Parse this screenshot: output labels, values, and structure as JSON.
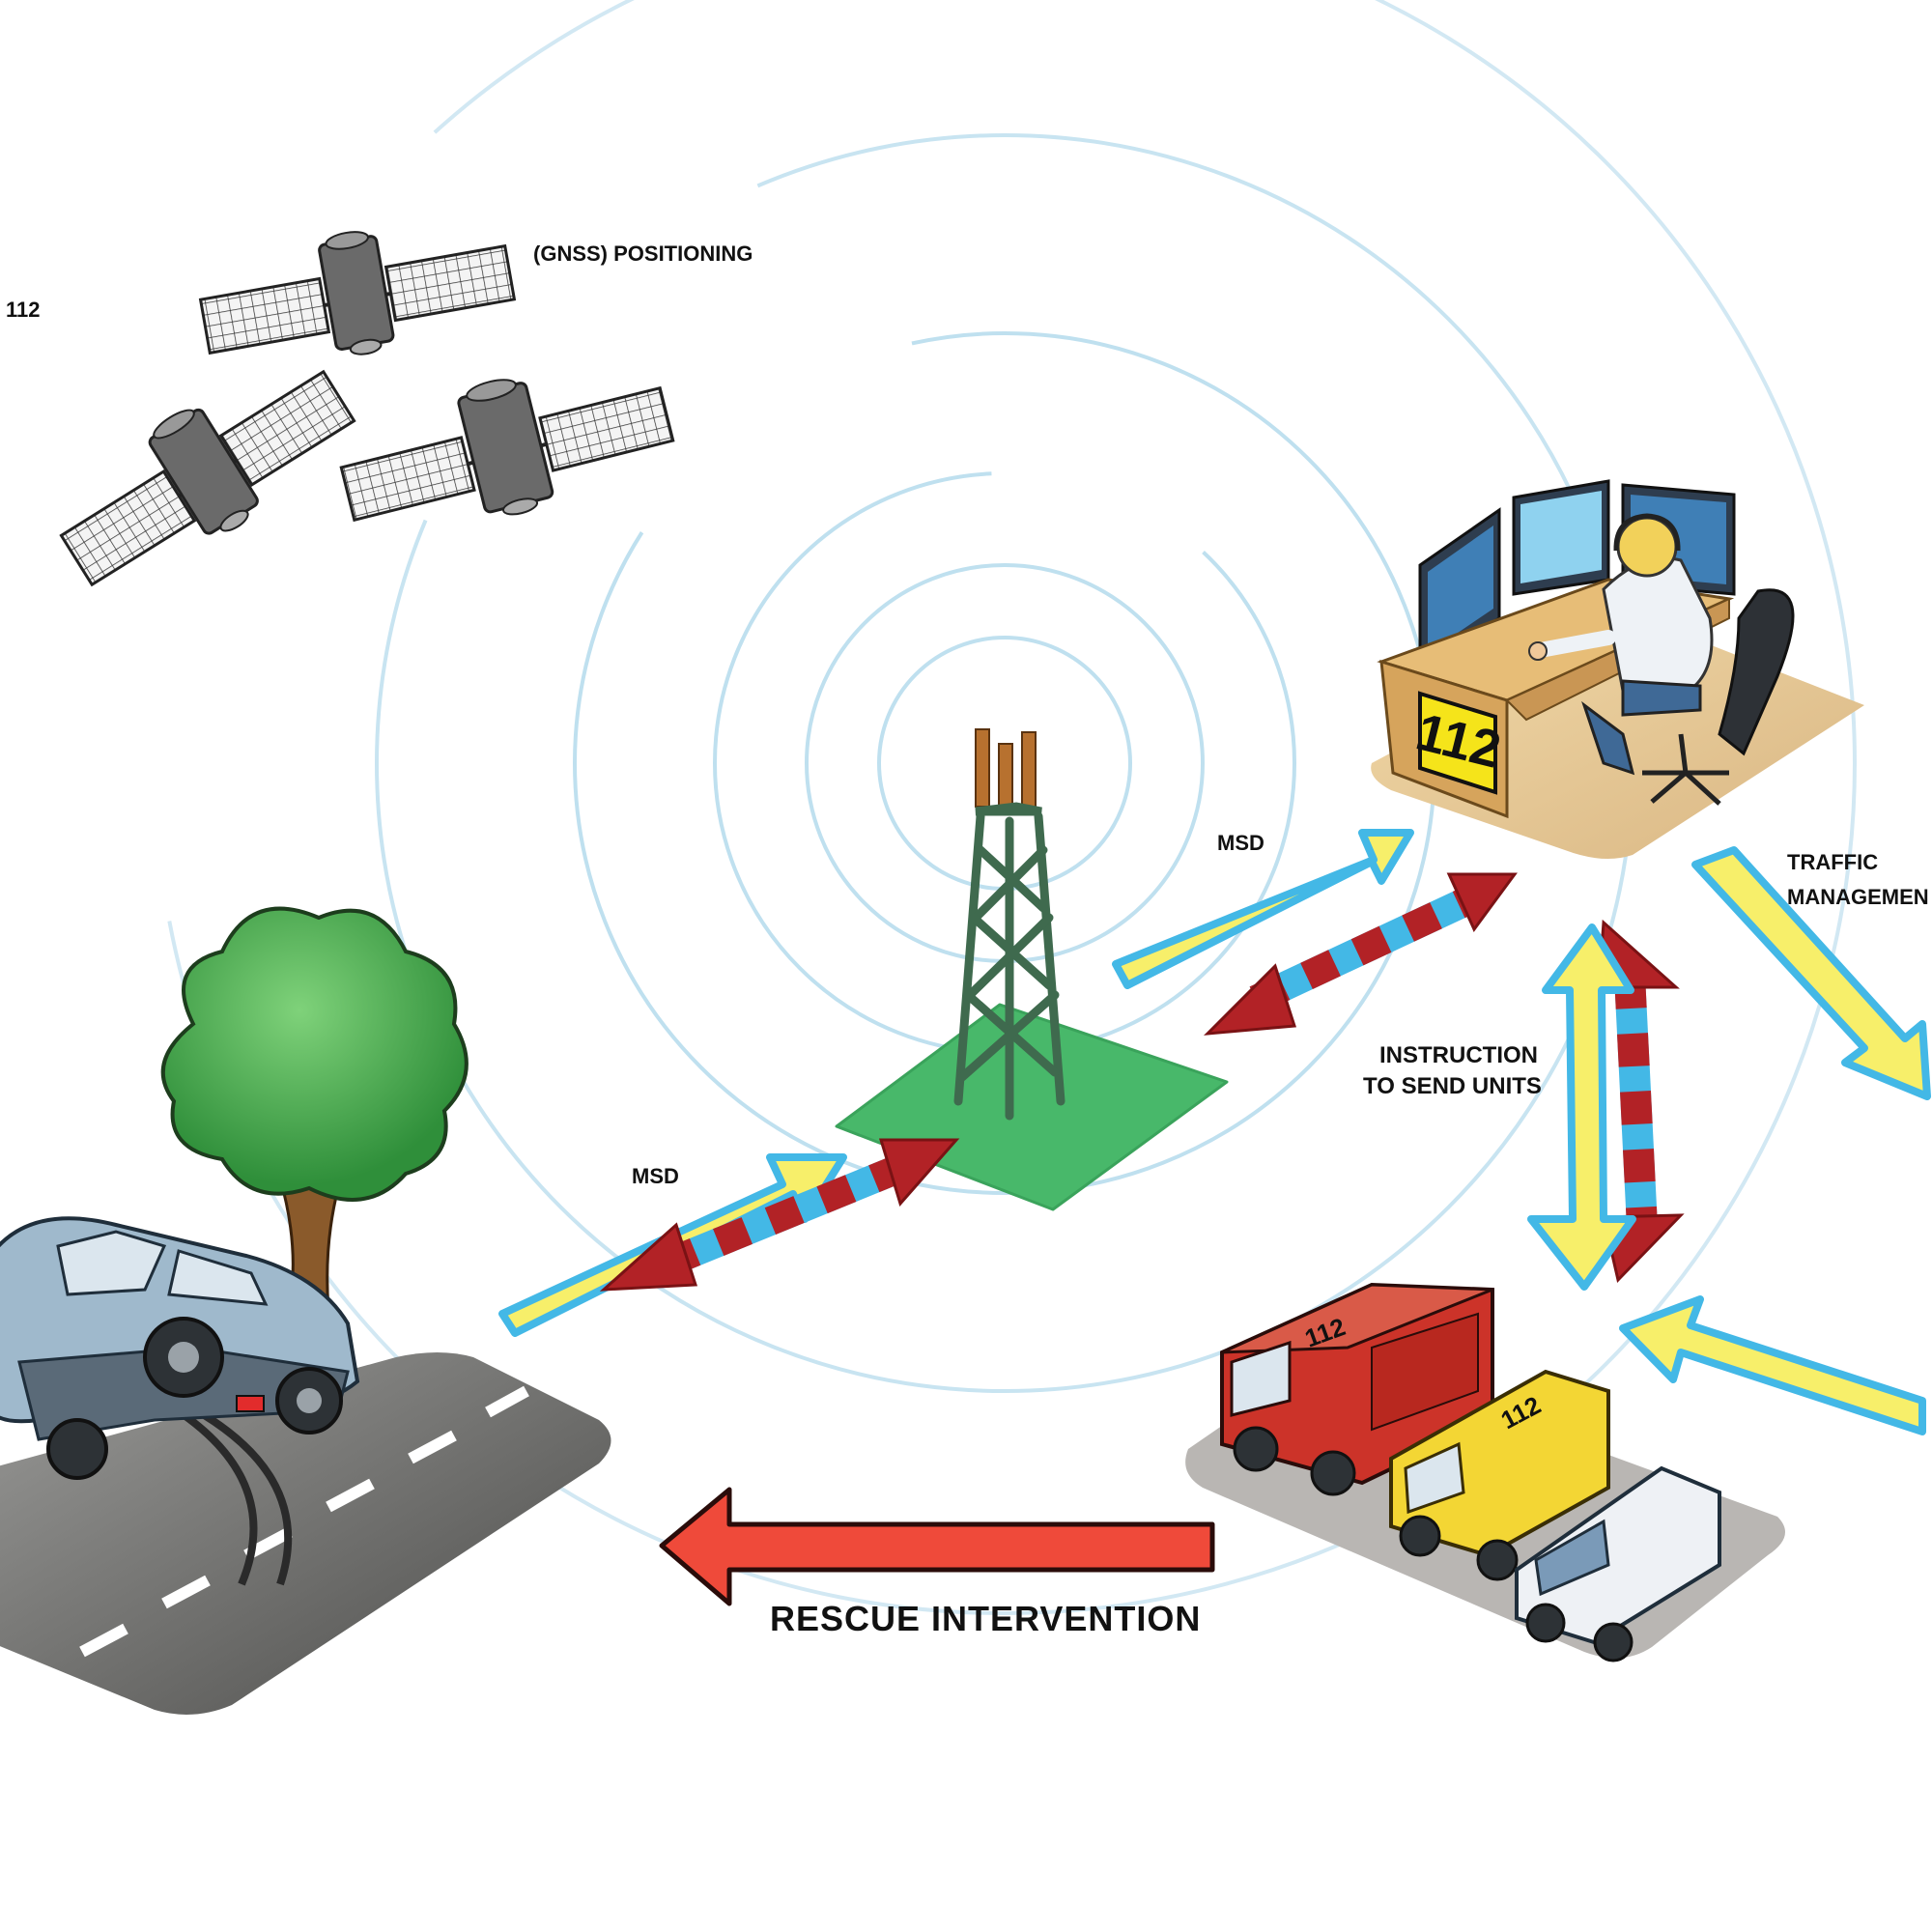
{
  "labels": {
    "gnss": "(GNSS) POSITIONING",
    "left_cut": "112",
    "msd_top": "MSD",
    "msd_bottom": "MSD",
    "traffic_line1": "TRAFFIC",
    "traffic_line2": "MANAGEMEN",
    "instruction_line1": "INSTRUCTION",
    "instruction_line2": "TO SEND UNITS",
    "rescue": "RESCUE  INTERVENTION"
  },
  "psap": {
    "sign": "112"
  },
  "vehicles": {
    "fire_truck_number": "112",
    "ambulance_number": "112"
  },
  "colors": {
    "signal_rings": "#bfe0ef",
    "msd_arrow_fill": "#f7ef6a",
    "msd_arrow_outline": "#43b8e6",
    "voice_arrow_red": "#b22226",
    "voice_arrow_blue": "#43b8e6",
    "rescue_arrow": "#ef4a3a",
    "tower_base": "#48b86a",
    "tower": "#3f6a4e",
    "sign_yellow": "#f5e41a",
    "desk": "#e7bd77",
    "tree": "#3fa142",
    "car": "#9fb9cc",
    "fire_truck": "#cc3329",
    "ambulance": "#f3d634",
    "police": "#eef1f5"
  }
}
